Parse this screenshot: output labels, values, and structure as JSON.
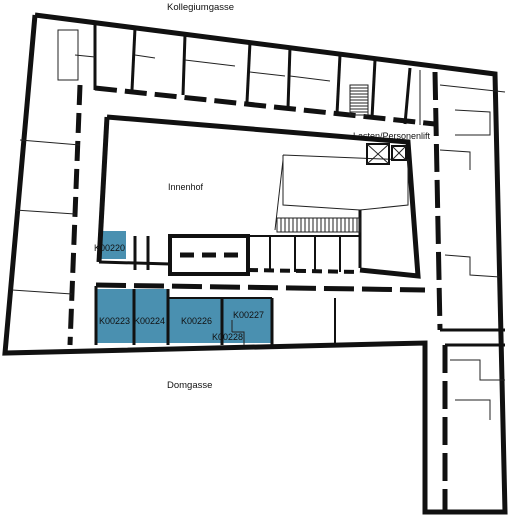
{
  "streets": {
    "north": "Kollegiumgasse",
    "south": "Domgasse"
  },
  "areas": {
    "courtyard": "Innenhof",
    "elevator": "Lasten/Personenlift"
  },
  "highlight_color": "#4a90b0",
  "rooms": [
    {
      "id": "K00220",
      "label": "K00220",
      "highlighted": true
    },
    {
      "id": "K00223",
      "label": "K00223",
      "highlighted": true
    },
    {
      "id": "K00224",
      "label": "K00224",
      "highlighted": true
    },
    {
      "id": "K00226",
      "label": "K00226",
      "highlighted": true
    },
    {
      "id": "K00227",
      "label": "K00227",
      "highlighted": true
    },
    {
      "id": "K00228",
      "label": "K00228",
      "highlighted": false
    }
  ]
}
